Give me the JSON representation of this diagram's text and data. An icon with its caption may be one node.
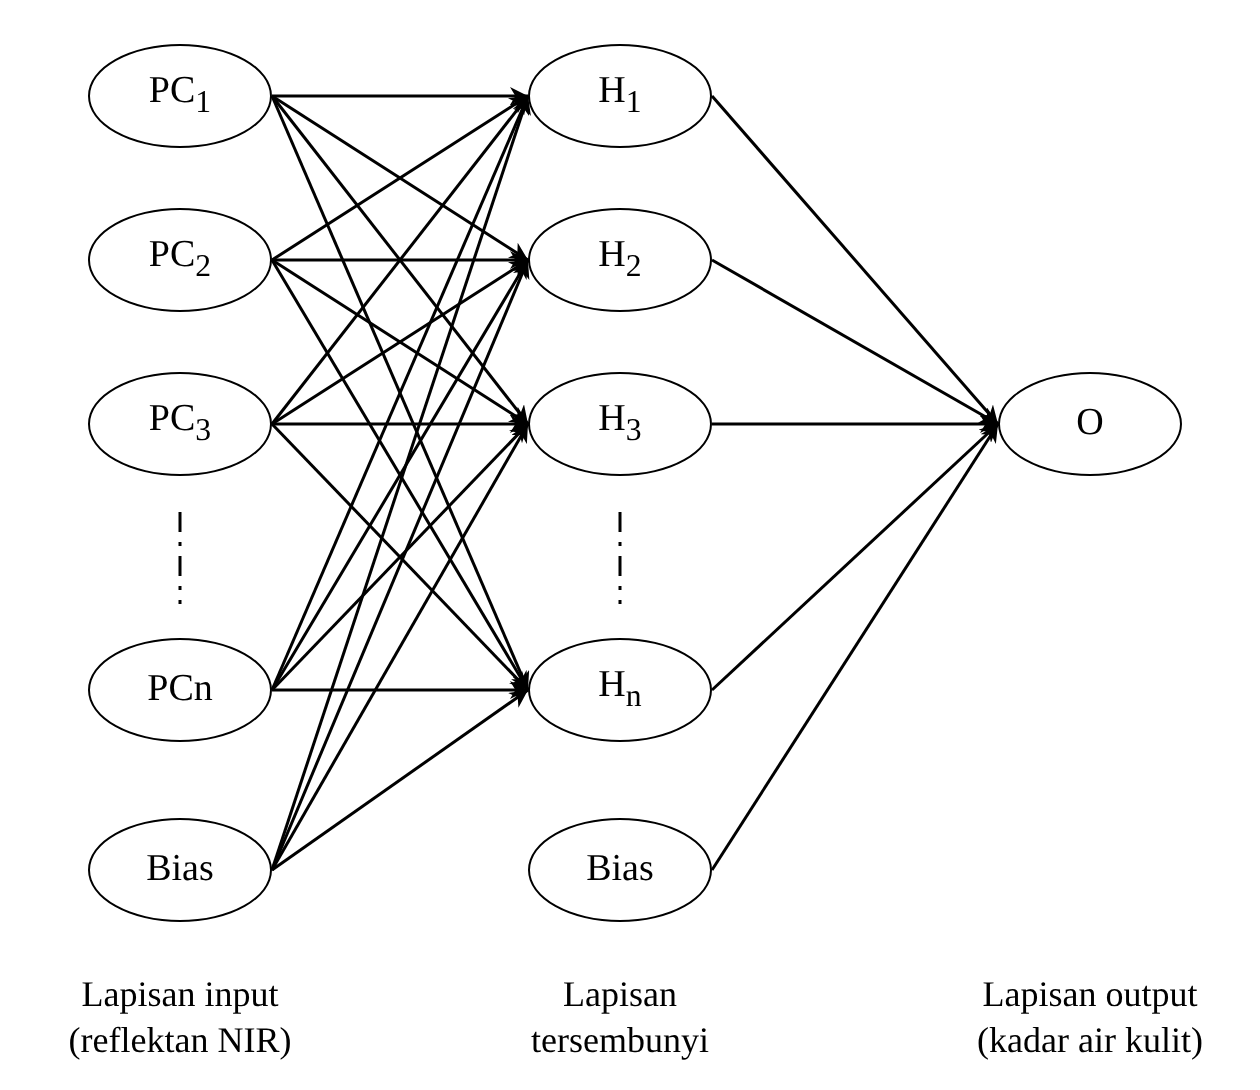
{
  "diagram": {
    "nodes": [
      {
        "text": [
          "PC$_{1}$"
        ]
      },
      {
        "text": [
          "PC$_{2}$"
        ]
      },
      {
        "text": [
          "PC$_{3}$"
        ]
      },
      {
        "text": [
          "PCn"
        ]
      },
      {
        "text": [
          "Bias"
        ]
      },
      {
        "text": [
          "H$_{1}$"
        ]
      },
      {
        "text": [
          "H$_{2}$"
        ]
      },
      {
        "text": [
          "H$_{3}$"
        ]
      },
      {
        "text": [
          "H$_{n}$"
        ]
      },
      {
        "text": [
          "Bias"
        ]
      },
      {
        "text": [
          "O"
        ]
      }
    ],
    "edges": [
      {
        "from": 0,
        "to": 5,
        "arrow": "to"
      },
      {
        "from": 0,
        "to": 6,
        "arrow": "to"
      },
      {
        "from": 0,
        "to": 7,
        "arrow": "to"
      },
      {
        "from": 0,
        "to": 8,
        "arrow": "to"
      },
      {
        "from": 1,
        "to": 5,
        "arrow": "to"
      },
      {
        "from": 1,
        "to": 6,
        "arrow": "to"
      },
      {
        "from": 1,
        "to": 7,
        "arrow": "to"
      },
      {
        "from": 1,
        "to": 8,
        "arrow": "to"
      },
      {
        "from": 2,
        "to": 5,
        "arrow": "to"
      },
      {
        "from": 2,
        "to": 6,
        "arrow": "to"
      },
      {
        "from": 2,
        "to": 7,
        "arrow": "to"
      },
      {
        "from": 2,
        "to": 8,
        "arrow": "to"
      },
      {
        "from": 3,
        "to": 5,
        "arrow": "to"
      },
      {
        "from": 3,
        "to": 6,
        "arrow": "to"
      },
      {
        "from": 3,
        "to": 7,
        "arrow": "to"
      },
      {
        "from": 3,
        "to": 8,
        "arrow": "to"
      },
      {
        "from": 4,
        "to": 5,
        "arrow": "to"
      },
      {
        "from": 4,
        "to": 6,
        "arrow": "to"
      },
      {
        "from": 4,
        "to": 7,
        "arrow": "to"
      },
      {
        "from": 4,
        "to": 8,
        "arrow": "to"
      },
      {
        "from": 5,
        "to": 10,
        "arrow": "to"
      },
      {
        "from": 6,
        "to": 10,
        "arrow": "to"
      },
      {
        "from": 7,
        "to": 10,
        "arrow": "to"
      },
      {
        "from": 8,
        "to": 10,
        "arrow": "to"
      },
      {
        "from": 9,
        "to": 10,
        "arrow": "to"
      }
    ],
    "labels": [
      "Lapisan input (reflektan NIR)",
      "Lapisan tersembunyi",
      "Lapisan output (kadar air kulit)"
    ]
  }
}
